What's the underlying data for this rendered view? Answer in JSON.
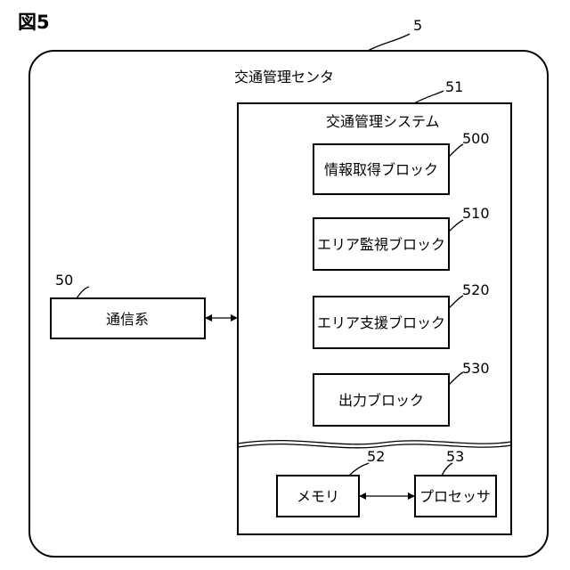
{
  "figure": {
    "title": "図5"
  },
  "center": {
    "ref": "5",
    "label": "交通管理センタ"
  },
  "system": {
    "ref": "51",
    "label": "交通管理システム"
  },
  "blocks": [
    {
      "ref": "500",
      "label": "情報取得ブロック"
    },
    {
      "ref": "510",
      "label": "エリア監視ブロック"
    },
    {
      "ref": "520",
      "label": "エリア支援ブロック"
    },
    {
      "ref": "530",
      "label": "出力ブロック"
    }
  ],
  "comm": {
    "ref": "50",
    "label": "通信系"
  },
  "memory": {
    "ref": "52",
    "label": "メモリ"
  },
  "processor": {
    "ref": "53",
    "label": "プロセッサ"
  }
}
